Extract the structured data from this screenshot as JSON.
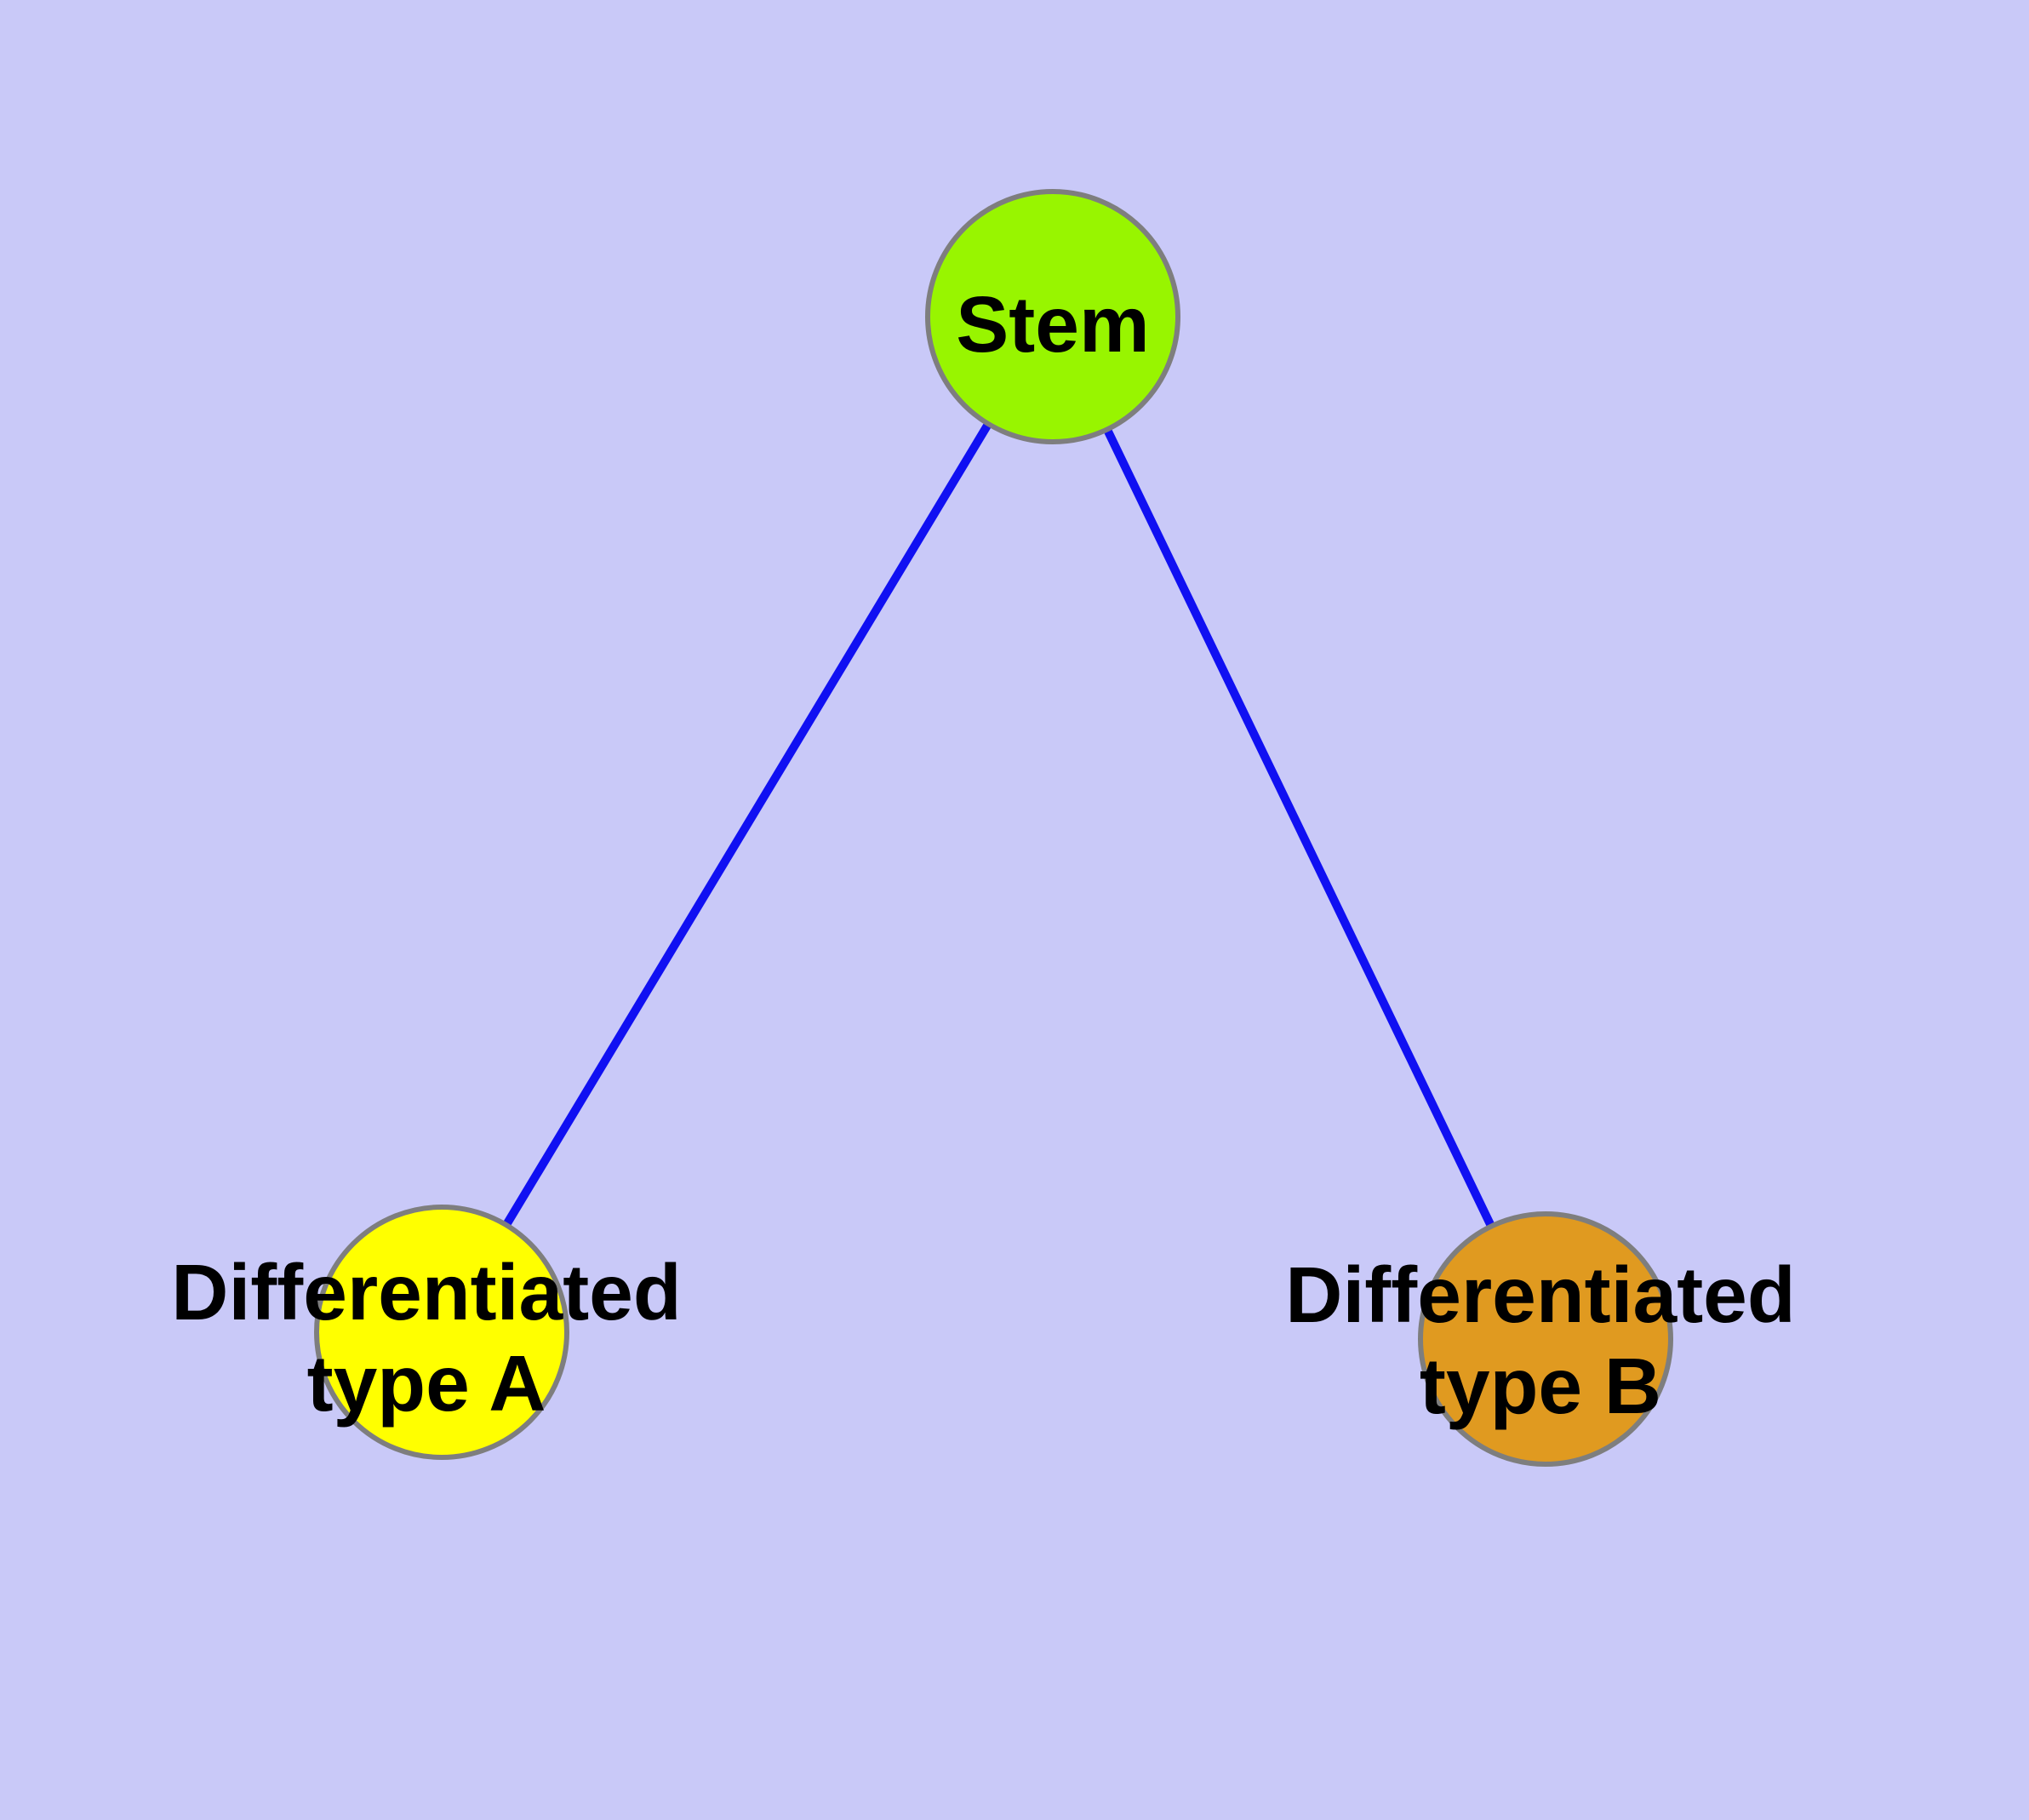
{
  "diagram": {
    "type": "graph",
    "background_color": "#c9c9f8",
    "edge_color": "#1010f2",
    "node_border_color": "#7e7e7e",
    "label_color": "#000000",
    "nodes": [
      {
        "id": "stem",
        "label": "Stem",
        "fill": "#98f500"
      },
      {
        "id": "differentiated-type-a",
        "label_line1": "Differentiated",
        "label_line2": "type A",
        "fill": "#ffff00"
      },
      {
        "id": "differentiated-type-b",
        "label_line1": "Differentiated",
        "label_line2": "type B",
        "fill": "#e09a20"
      }
    ],
    "edges": [
      {
        "from": "Stem",
        "to": "Differentiated type A"
      },
      {
        "from": "Stem",
        "to": "Differentiated type B"
      }
    ]
  }
}
